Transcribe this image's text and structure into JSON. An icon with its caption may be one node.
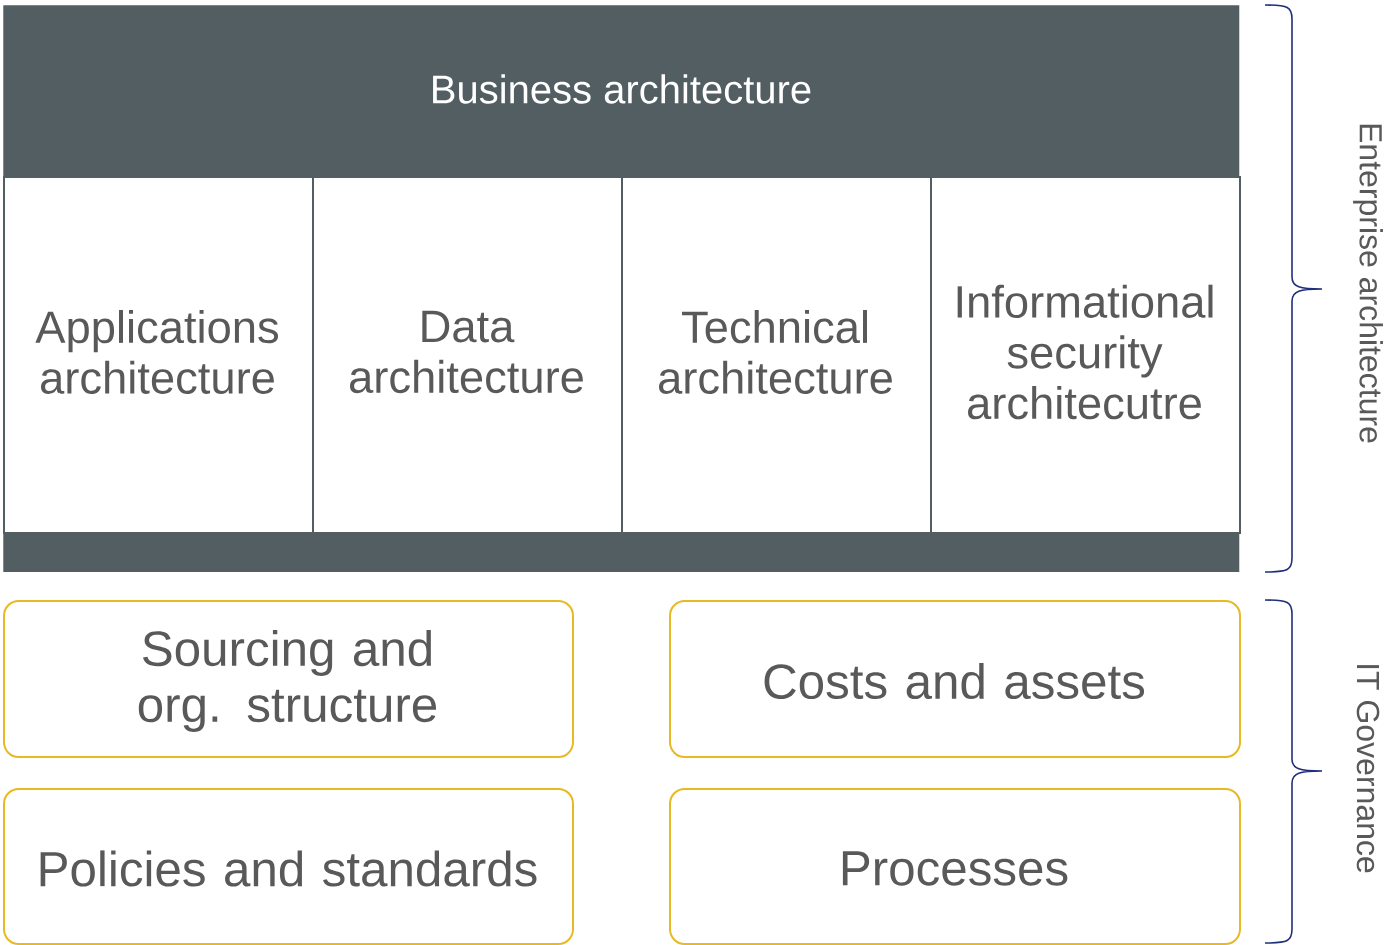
{
  "diagram": {
    "nodes": [
      {
        "text": [
          "Business architecture"
        ]
      },
      {
        "text": [
          "Applications architecture"
        ],
        "in": 0
      },
      {
        "text": [
          "Data architecture"
        ],
        "in": 0
      },
      {
        "text": [
          "Technical architecture"
        ],
        "in": 0
      },
      {
        "text": [
          "Informational security architecutre"
        ],
        "in": 0
      },
      {
        "text": [
          "Sourcing and org. structure"
        ]
      },
      {
        "text": [
          "Costs and assets"
        ]
      },
      {
        "text": [
          "Policies and standards"
        ]
      },
      {
        "text": [
          "Processes"
        ]
      }
    ],
    "labels": [
      "Enterprise architecture",
      "IT Governance"
    ]
  }
}
